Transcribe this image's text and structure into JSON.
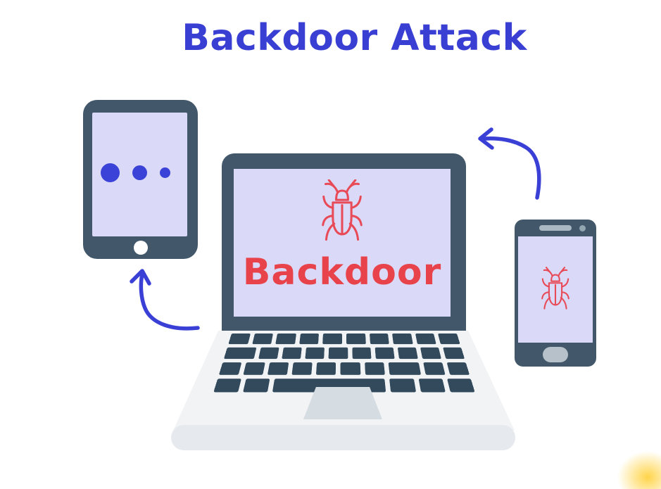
{
  "title": "Backdoor Attack",
  "laptop": {
    "screen_label": "Backdoor",
    "screen_icon": "bug-icon"
  },
  "phone": {
    "screen_icon": "bug-icon"
  },
  "tablet": {
    "dot_count": 3
  },
  "colors": {
    "title_blue": "#3a3fd4",
    "arrow_blue": "#3a40d6",
    "dot_blue": "#3b42d8",
    "label_red": "#e8424b",
    "bug_red": "#e84a57",
    "device_frame": "#42586a",
    "key_slate": "#33495c",
    "screen_lavender": "#dad9f7",
    "laptop_body": "#f1f3f5",
    "laptop_bottom_bar": "#e6eaee",
    "touchpad_gray": "#d5dce2",
    "corner_glow_yellow": "#ffcd2a"
  }
}
